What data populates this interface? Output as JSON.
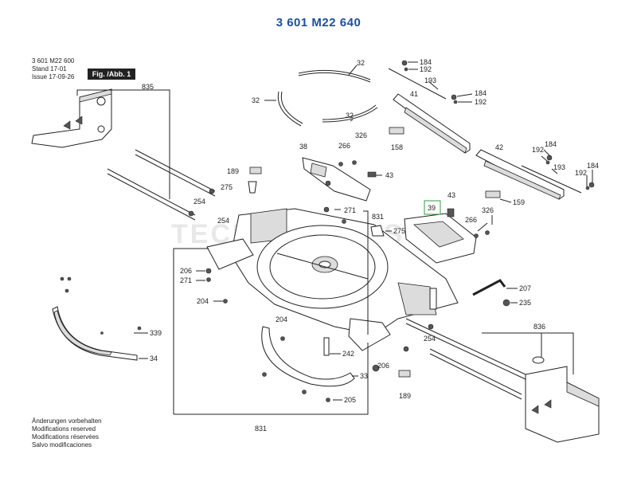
{
  "document": {
    "title": "3 601 M22 640",
    "header_lines": [
      "3 601 M22 600",
      "Stand 17-01",
      "Issue 17-09-26"
    ],
    "figure_badge": "Fig. /Abb. 1",
    "footer_lines": [
      "Änderungen vorbehalten",
      "Modifications reserved",
      "Modifications réservées",
      "Salvo modificaciones"
    ]
  },
  "watermark": "TECHNOTOOLS",
  "highlight_color": "#2e9c3e",
  "title_color": "#1f4e9c",
  "callouts": {
    "c835": "835",
    "c32a": "32",
    "c32b": "32",
    "c32c": "32",
    "c184a": "184",
    "c192a": "192",
    "c193a": "193",
    "c41": "41",
    "c184b": "184",
    "c192b": "192",
    "c158": "158",
    "c42": "42",
    "c192c": "192",
    "c184c": "184",
    "c193b": "193",
    "c192d": "192",
    "c184d": "184",
    "c38": "38",
    "c266a": "266",
    "c326a": "326",
    "c189a": "189",
    "c43a": "43",
    "c275a": "275",
    "c254a": "254",
    "c254b": "254",
    "c271a": "271",
    "c831a": "831",
    "c275b": "275",
    "c39": "39",
    "c43b": "43",
    "c159": "159",
    "c326b": "326",
    "c266b": "266",
    "c206a": "206",
    "c271b": "271",
    "c204a": "204",
    "c207": "207",
    "c235": "235",
    "c204b": "204",
    "c339": "339",
    "c34": "34",
    "c836": "836",
    "c254c": "254",
    "c242": "242",
    "c206b": "206",
    "c33": "33",
    "c189b": "189",
    "c205": "205",
    "c831b": "831"
  }
}
